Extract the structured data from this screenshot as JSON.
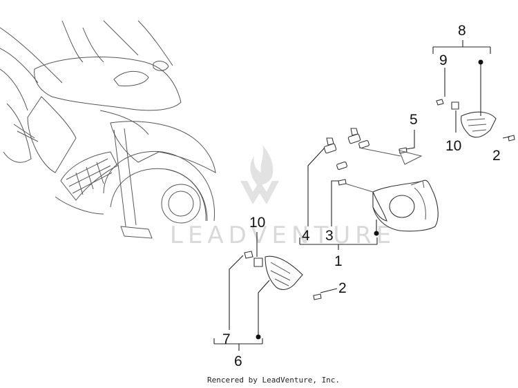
{
  "callouts": {
    "c1": "1",
    "c2a": "2",
    "c2b": "2",
    "c3": "3",
    "c4": "4",
    "c5": "5",
    "c6": "6",
    "c7": "7",
    "c8": "8",
    "c9": "9",
    "c10a": "10",
    "c10b": "10"
  },
  "watermark": {
    "text": "LEADVENTURE"
  },
  "footer": {
    "credit": "Rencered by LeadVenture, Inc."
  }
}
